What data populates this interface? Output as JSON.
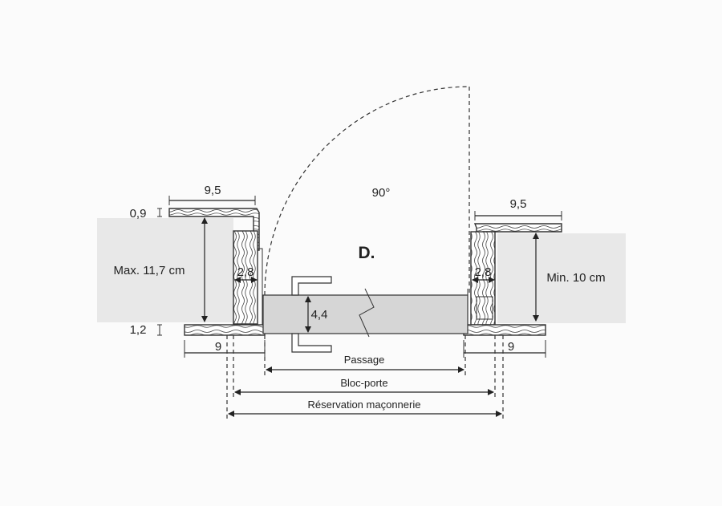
{
  "labels": {
    "angle": "90°",
    "door_mark": "D.",
    "left_width": "9,5",
    "right_width": "9,5",
    "left_top_thickness": "0,9",
    "left_bottom_thickness": "1,2",
    "left_max_wall": "Max. 11,7 cm",
    "right_min_wall": "Min. 10 cm",
    "left_jamb": "2,8",
    "right_jamb": "2,8",
    "door_thickness": "4,4",
    "left_base": "9",
    "right_base": "9",
    "passage": "Passage",
    "bloc_porte": "Bloc-porte",
    "reservation": "Réservation maçonnerie"
  },
  "colors": {
    "wall": "#e8e8e8",
    "door_leaf": "#d6d6d6",
    "wood": "#ffffff",
    "line": "#222222"
  }
}
